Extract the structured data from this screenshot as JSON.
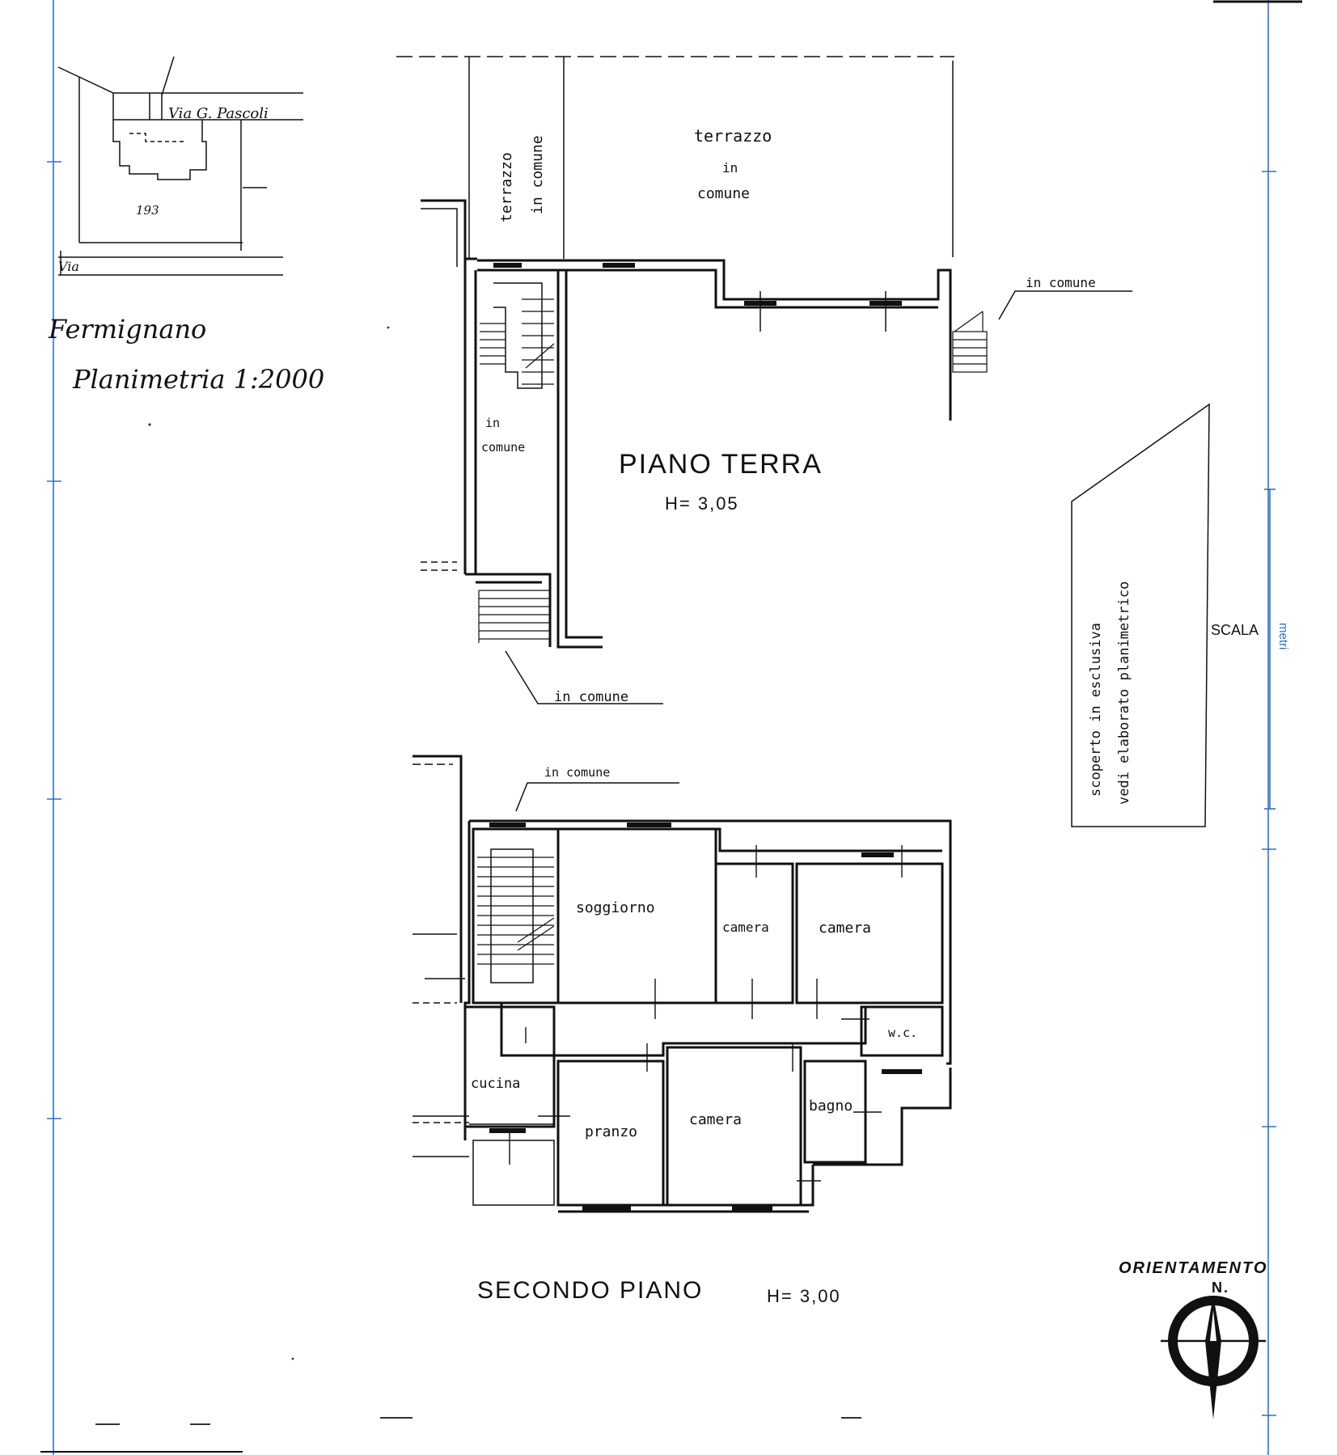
{
  "location": {
    "street_top": "Via G. Pascoli",
    "parcel_number": "193",
    "street_bottom": "Via",
    "town": "Fermignano",
    "plan_label": "Planimetria 1:2000"
  },
  "ground_floor": {
    "title": "PIANO TERRA",
    "height": "H= 3,05",
    "terrace_main": [
      "terrazzo",
      "in",
      "comune"
    ],
    "terrace_side": [
      "terrazzo",
      "in comune"
    ],
    "stair_common": [
      "in",
      "comune"
    ],
    "common_entrance": "in comune",
    "common_stair_right": "in comune"
  },
  "second_floor": {
    "title": "SECONDO PIANO",
    "height": "H= 3,00",
    "common_note": "in comune",
    "rooms": {
      "soggiorno": "soggiorno",
      "camera_small": "camera",
      "camera_right": "camera",
      "wc": "w.c.",
      "cucina": "cucina",
      "pranzo": "pranzo",
      "camera_center": "camera",
      "bagno": "bagno"
    }
  },
  "uncovered_note": [
    "scoperto in esclusiva",
    "vedi elaborato planimetrico"
  ],
  "scale": {
    "label": "SCALA",
    "unit": "metri"
  },
  "orientation": {
    "label": "ORIENTAMENTO",
    "north": "N."
  },
  "colors": {
    "ink": "#111111",
    "margin_line": "#2f6fd0",
    "paper": "#ffffff"
  }
}
